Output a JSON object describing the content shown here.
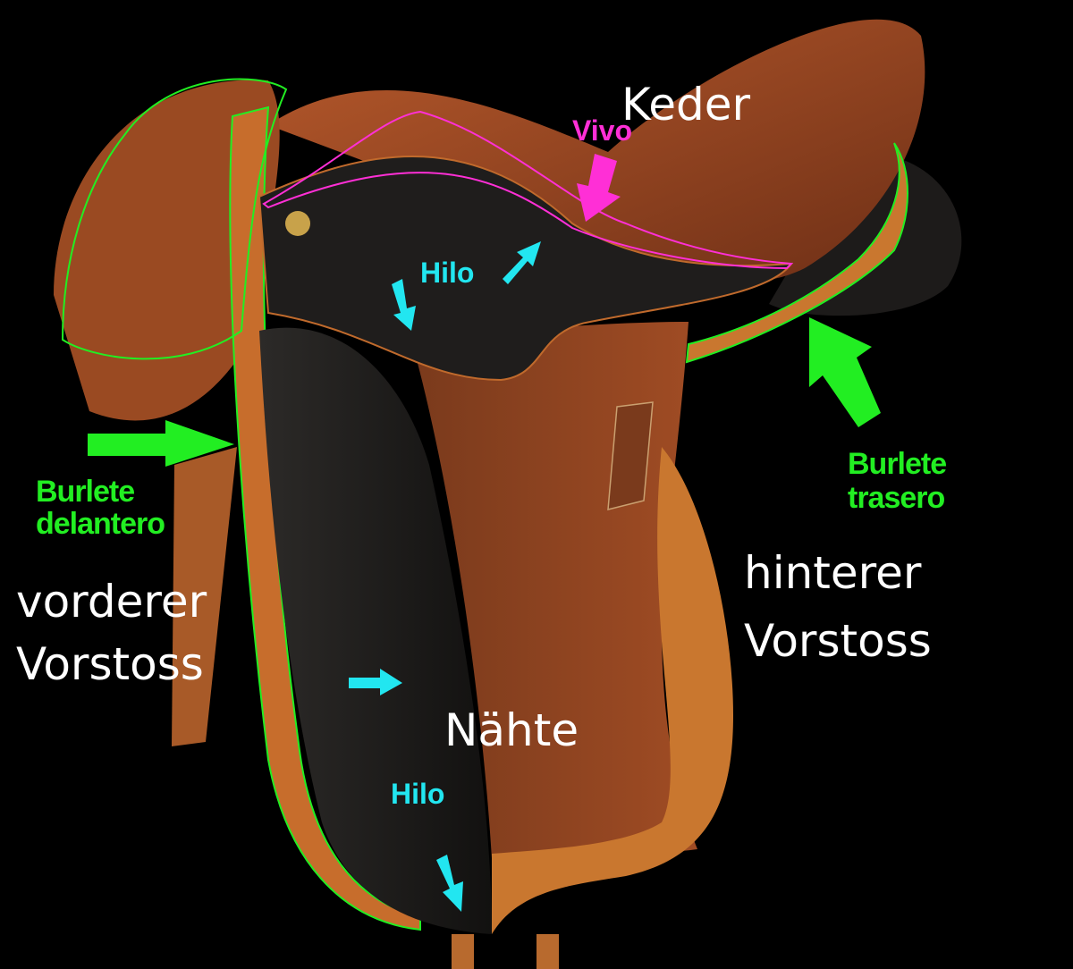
{
  "labels": {
    "keder": "Keder",
    "vivo": "Vivo",
    "hilo_top": "Hilo",
    "burlete_delantero": [
      "Burlete",
      "delantero"
    ],
    "vorderer_vorstoss": [
      "vorderer",
      "Vorstoss"
    ],
    "burlete_trasero": [
      "Burlete",
      "trasero"
    ],
    "hinterer_vorstoss": [
      "hinterer",
      "Vorstoss"
    ],
    "naehte": "Nähte",
    "hilo_bottom": "Hilo"
  },
  "colors": {
    "background": "#000000",
    "outline_green": "#22ee22",
    "outline_magenta": "#ff2fd6",
    "arrow_cyan": "#22e6f0",
    "leather_brown": "#8a3f1f",
    "leather_tan": "#c8742f",
    "leather_black": "#1c1a19"
  }
}
